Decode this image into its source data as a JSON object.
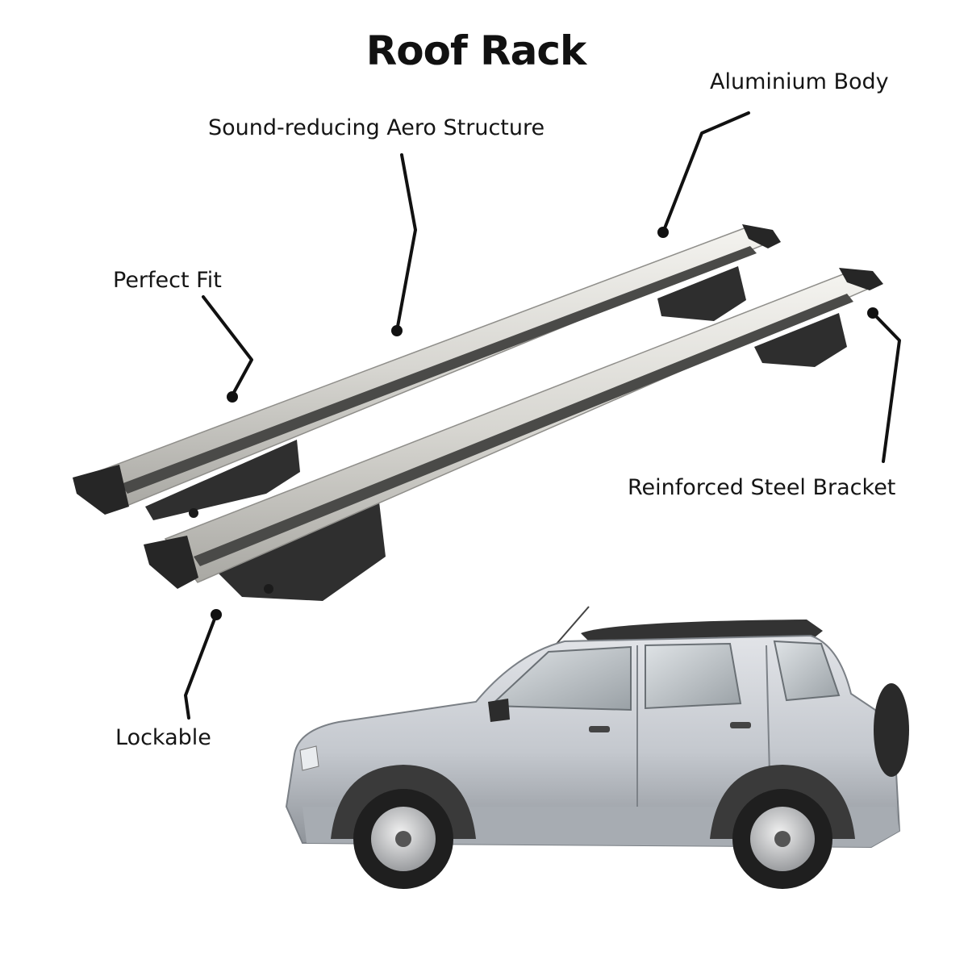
{
  "title": "Roof Rack",
  "labels": {
    "aero": "Sound-reducing Aero Structure",
    "aluminium": "Aluminium Body",
    "fit": "Perfect Fit",
    "bracket": "Reinforced Steel Bracket",
    "lockable": "Lockable"
  },
  "images": {
    "rack": "roof-rack-crossbars",
    "car": "silver-suv-side-view"
  }
}
